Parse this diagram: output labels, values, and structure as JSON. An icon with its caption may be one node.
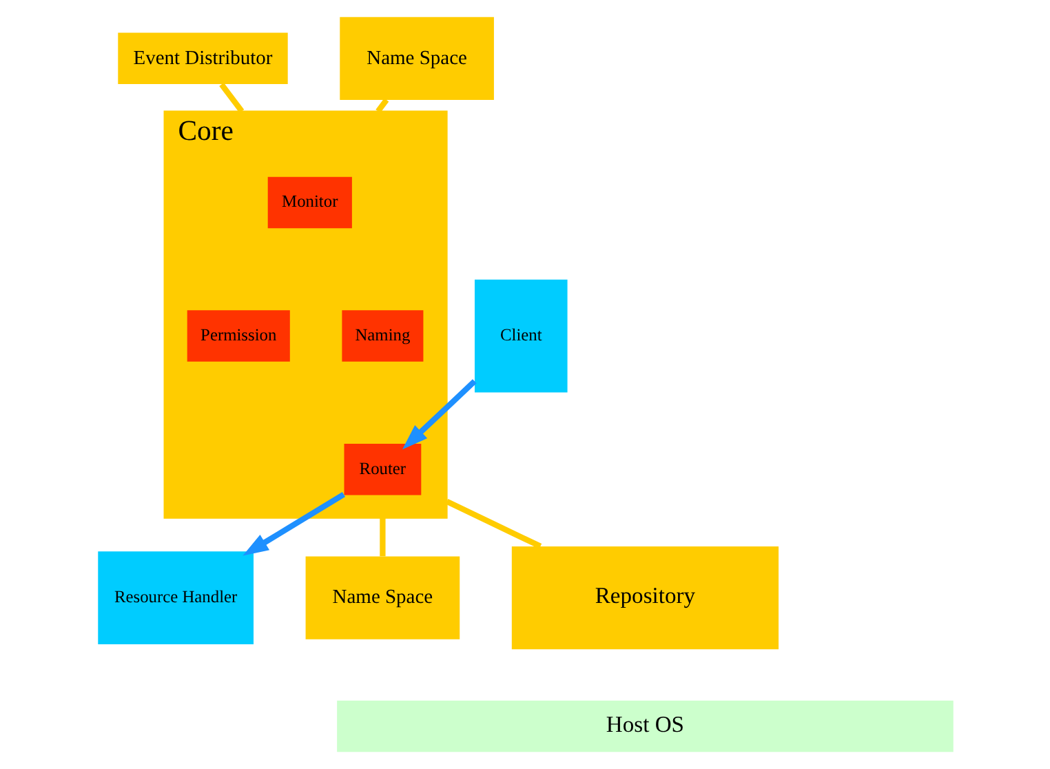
{
  "diagram": {
    "nodes": [
      {
        "text": [
          "Event Distributor"
        ]
      },
      {
        "text": [
          "Client"
        ]
      },
      {
        "text": [
          "Core"
        ]
      },
      {
        "text": [
          "Monitor"
        ],
        "in": 2
      },
      {
        "text": [
          "Permission"
        ],
        "in": 2
      },
      {
        "text": [
          "Naming"
        ],
        "in": 2
      },
      {
        "text": [
          "Router"
        ],
        "in": 2
      },
      {
        "text": [
          "Resource Handler"
        ]
      },
      {
        "text": [
          "Name Space"
        ]
      },
      {
        "text": [
          "Name Space"
        ]
      },
      {
        "text": [
          "Repository"
        ]
      },
      {
        "text": [
          "Host OS"
        ]
      }
    ],
    "edges": [
      {
        "from": 0,
        "to": 2,
        "arrow": "none"
      },
      {
        "from": 8,
        "to": 2,
        "arrow": "none"
      },
      {
        "from": 2,
        "to": 9,
        "arrow": "none"
      },
      {
        "from": 2,
        "to": 10,
        "arrow": "none"
      },
      {
        "from": 1,
        "to": 6,
        "arrow": "to",
        "color": "#1e90ff"
      },
      {
        "from": 6,
        "to": 7,
        "arrow": "to",
        "color": "#1e90ff"
      }
    ]
  }
}
